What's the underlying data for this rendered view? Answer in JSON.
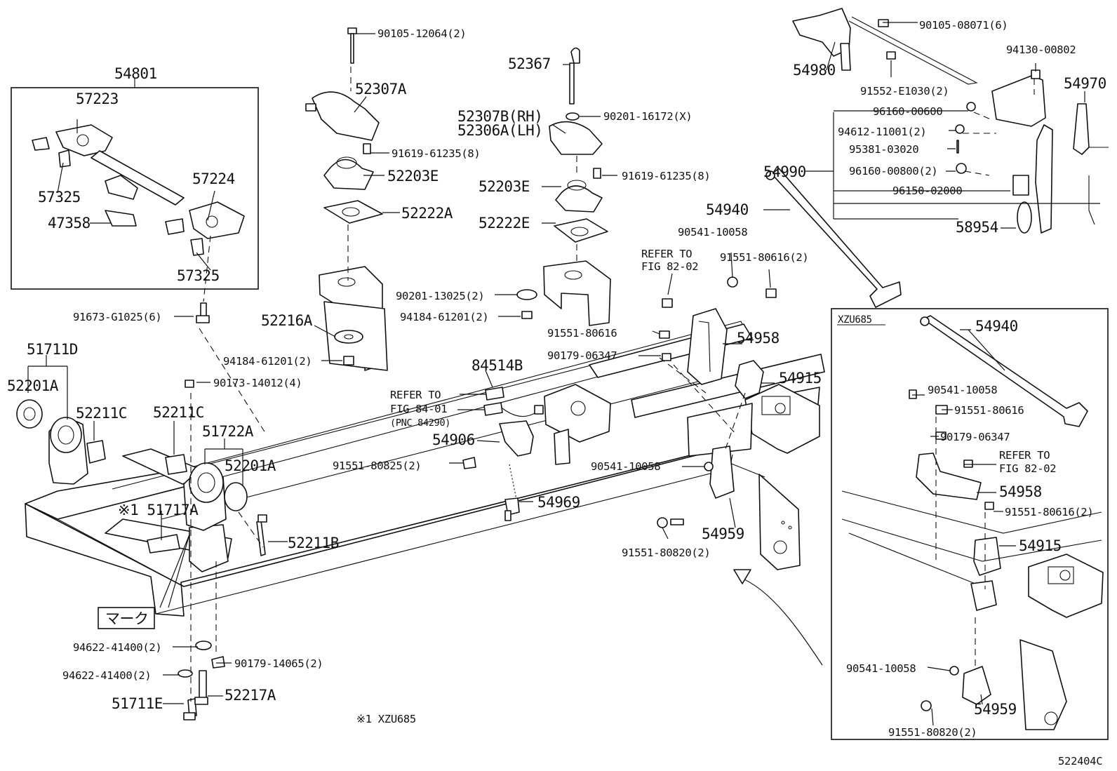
{
  "diagram_code": "522404C",
  "footnote": "※1 XZU685",
  "inset": {
    "title": "XZU685"
  },
  "labels": {
    "p54801": "54801",
    "p57223": "57223",
    "p57325a": "57325",
    "p47358": "47358",
    "p57224": "57224",
    "p57325b": "57325",
    "p91673": "91673-G1025(6)",
    "p51711D": "51711D",
    "p52201A_l": "52201A",
    "p52211C_l": "52211C",
    "p52211C_m": "52211C",
    "p51722A": "51722A",
    "p52201A_m": "52201A",
    "p51717A": "※1 51717A",
    "p52211B": "52211B",
    "mark": "マーク",
    "p94622a": "94622-41400(2)",
    "p90179_14065": "90179-14065(2)",
    "p94622b": "94622-41400(2)",
    "p51711E": "51711E",
    "p52217A": "52217A",
    "p90105_12064": "90105-12064(2)",
    "p52307A": "52307A",
    "p91619a": "91619-61235(8)",
    "p52203E_a": "52203E",
    "p52222A": "52222A",
    "p52367": "52367",
    "p90201_16172": "90201-16172(X)",
    "p52307B": "52307B(RH)",
    "p52306A": "52306A(LH)",
    "p91619b": "91619-61235(8)",
    "p52203E_b": "52203E",
    "p52222E": "52222E",
    "p90201_13025": "90201-13025(2)",
    "p94184a": "94184-61201(2)",
    "p52216A": "52216A",
    "p94184b": "94184-61201(2)",
    "p90173": "90173-14012(4)",
    "p84514B": "84514B",
    "ref8401a": "REFER TO",
    "ref8401b": "FIG 84-01",
    "ref8401c": "(PNC 84290)",
    "p54906": "54906",
    "p91551_80825": "91551-80825(2)",
    "p54969": "54969",
    "p90541_a": "90541-10058",
    "ref8202a": "REFER TO",
    "ref8202b": "FIG 82-02",
    "p91551_80616_a": "91551-80616(2)",
    "p91551_80616_b": "91551-80616",
    "p90179_06347": "90179-06347",
    "p54958": "54958",
    "p54915": "54915",
    "p90541_b": "90541-10058",
    "p54959": "54959",
    "p91551_80820": "91551-80820(2)",
    "p54980": "54980",
    "p90105_08071": "90105-08071(6)",
    "p91552": "91552-E1030(2)",
    "p94130": "94130-00802",
    "p54970": "54970",
    "p96160_00600": "96160-00600",
    "p94612": "94612-11001(2)",
    "p95381": "95381-03020",
    "p54990": "54990",
    "p96160_00800": "96160-00800(2)",
    "p96150": "96150-02000",
    "p58954": "58954",
    "p54940": "54940",
    "i54940": "54940",
    "i90541_a": "90541-10058",
    "i91551_80616": "91551-80616",
    "i90179": "90179-06347",
    "iref_a": "REFER TO",
    "iref_b": "FIG 82-02",
    "i54958": "54958",
    "i91551_80616_2": "91551-80616(2)",
    "i54915": "54915",
    "i90541_b": "90541-10058",
    "i54959": "54959",
    "i91551_80820": "91551-80820(2)"
  }
}
